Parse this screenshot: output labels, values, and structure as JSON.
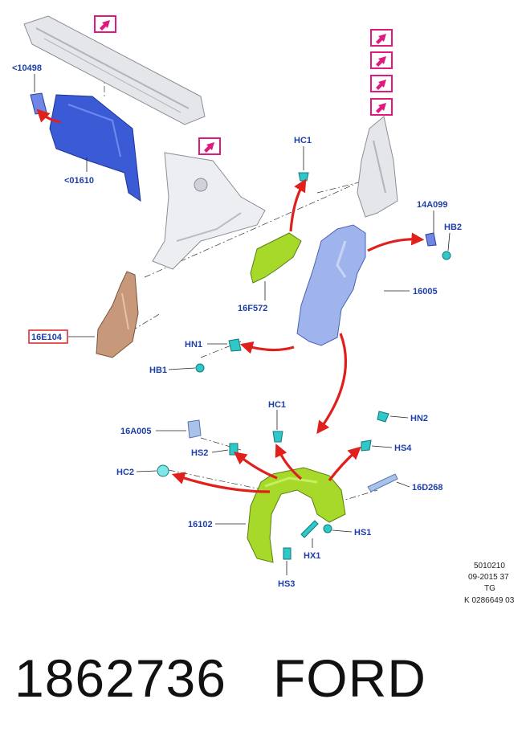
{
  "labels": {
    "l10498": "<10498",
    "l01610": "<01610",
    "hc1_top": "HC1",
    "l14a099": "14A099",
    "hb2": "HB2",
    "l16f572": "16F572",
    "l16005": "16005",
    "l16e104": "16E104",
    "hn1": "HN1",
    "hb1": "HB1",
    "hc1_mid": "HC1",
    "hn2": "HN2",
    "l16a005": "16A005",
    "hs2": "HS2",
    "hs4": "HS4",
    "hc2": "HC2",
    "l16d268": "16D268",
    "l16102": "16102",
    "hs1": "HS1",
    "hx1": "HX1",
    "hs3": "HS3"
  },
  "meta": {
    "line1": "5010210",
    "line2": "09-2015 37",
    "line3": "TG",
    "line4": "K 0286649 03"
  },
  "footer": {
    "part_number": "1862736",
    "brand": "FORD"
  },
  "colors": {
    "label": "#1f3fa8",
    "reference_marker": "#e0197e",
    "arrow": "#e0201c",
    "blue_part": "#3b5bd6",
    "green_part": "#a6d92a",
    "cyan_fastener": "#2fc7c7",
    "copper_part": "#c8987a",
    "fender": "#9fb4ec"
  },
  "icons": [
    "reference-marker-icon",
    "red-flow-arrow"
  ]
}
